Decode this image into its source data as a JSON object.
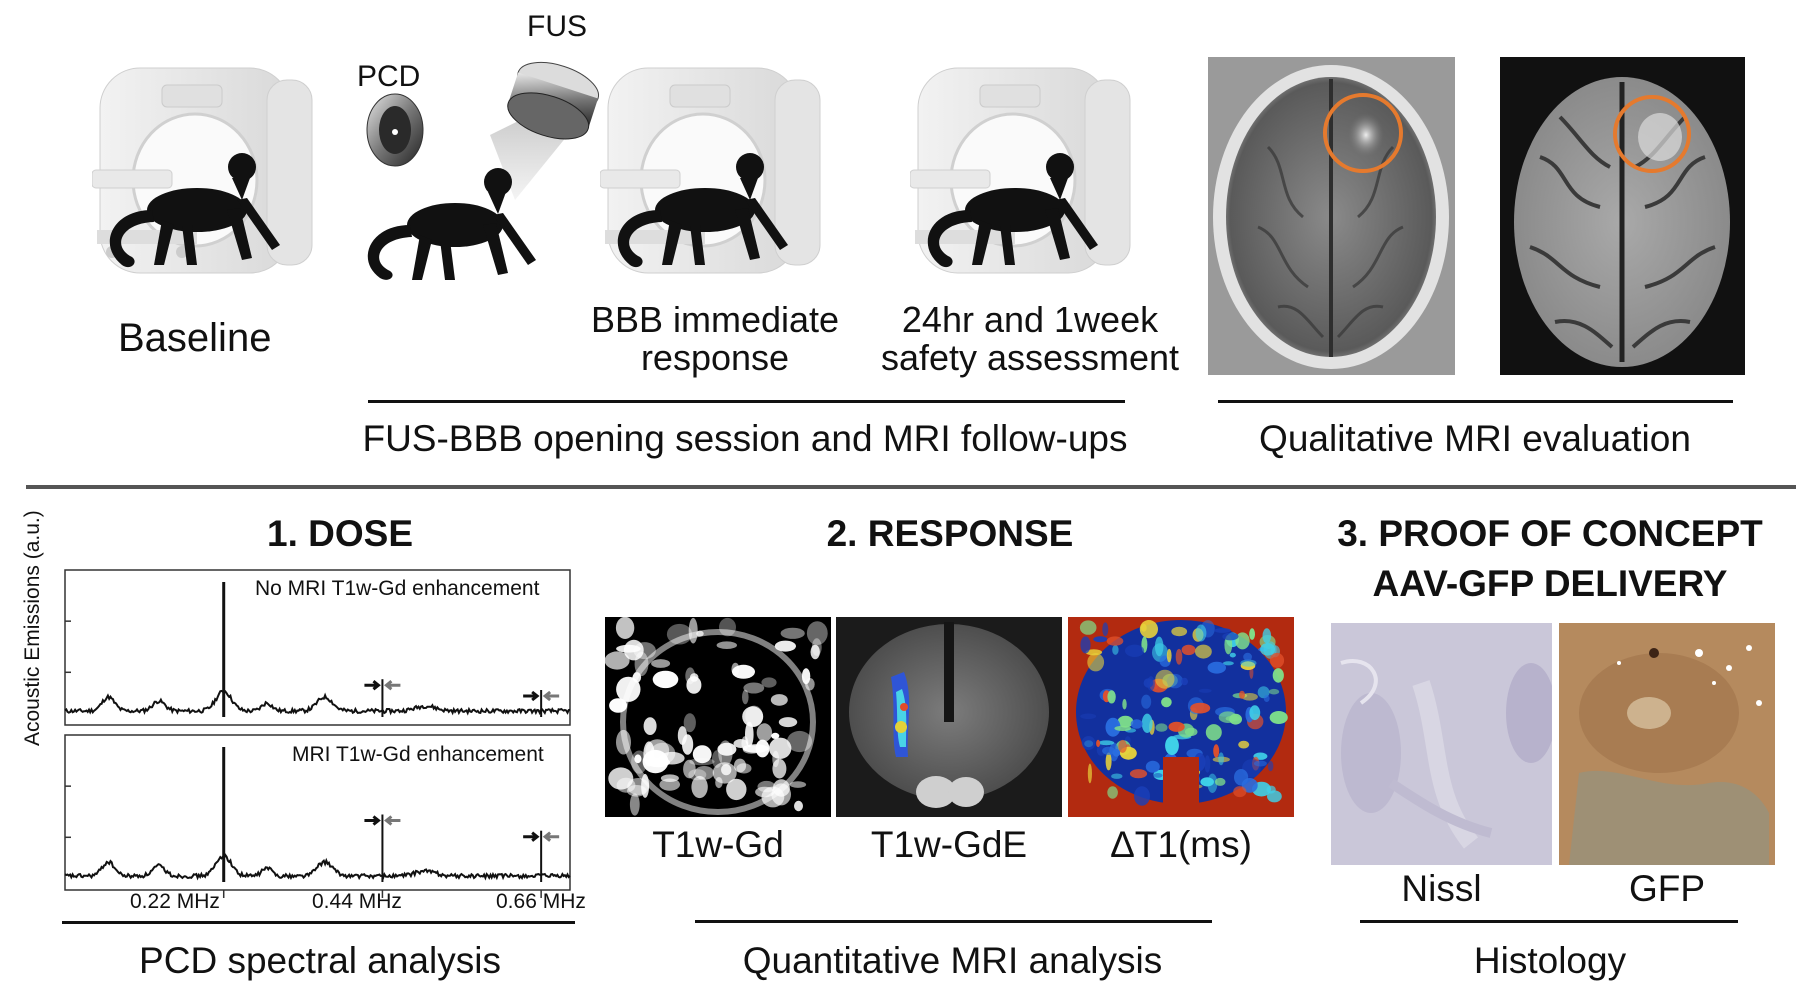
{
  "top": {
    "baseline_label": "Baseline",
    "pcd_label": "PCD",
    "fus_label": "FUS",
    "bbb_line1": "BBB immediate",
    "bbb_line2": "response",
    "safety_line1": "24hr and 1week",
    "safety_line2": "safety assessment",
    "session_caption": "FUS-BBB opening session and MRI follow-ups",
    "qualitative_caption": "Qualitative MRI evaluation"
  },
  "dose": {
    "heading": "1. DOSE",
    "caption": "PCD spectral analysis",
    "chart_data": {
      "type": "line",
      "ylabel": "Acoustic Emissions (a.u.)",
      "xlabel": "",
      "tick_labels": [
        "0.22 MHz",
        "0.44 MHz",
        "0.66 MHz"
      ],
      "panels": [
        {
          "annotation": "No MRI T1w-Gd enhancement",
          "peaks": [
            1.0,
            0.28,
            0.2
          ]
        },
        {
          "annotation": "MRI T1w-Gd enhancement",
          "peaks": [
            1.0,
            0.5,
            0.38
          ]
        }
      ]
    }
  },
  "response": {
    "heading": "2. RESPONSE",
    "labels": [
      "T1w-Gd",
      "T1w-GdE",
      "ΔT1(ms)"
    ],
    "caption": "Quantitative MRI analysis"
  },
  "poc": {
    "heading_line1": "3. PROOF OF CONCEPT",
    "heading_line2": "AAV-GFP DELIVERY",
    "labels": [
      "Nissl",
      "GFP"
    ],
    "caption": "Histology"
  },
  "colors": {
    "highlight_circle": "#e57a2e",
    "gfp_tissue": "#b58a5e",
    "nissl_tissue": "#c9c6d8"
  }
}
